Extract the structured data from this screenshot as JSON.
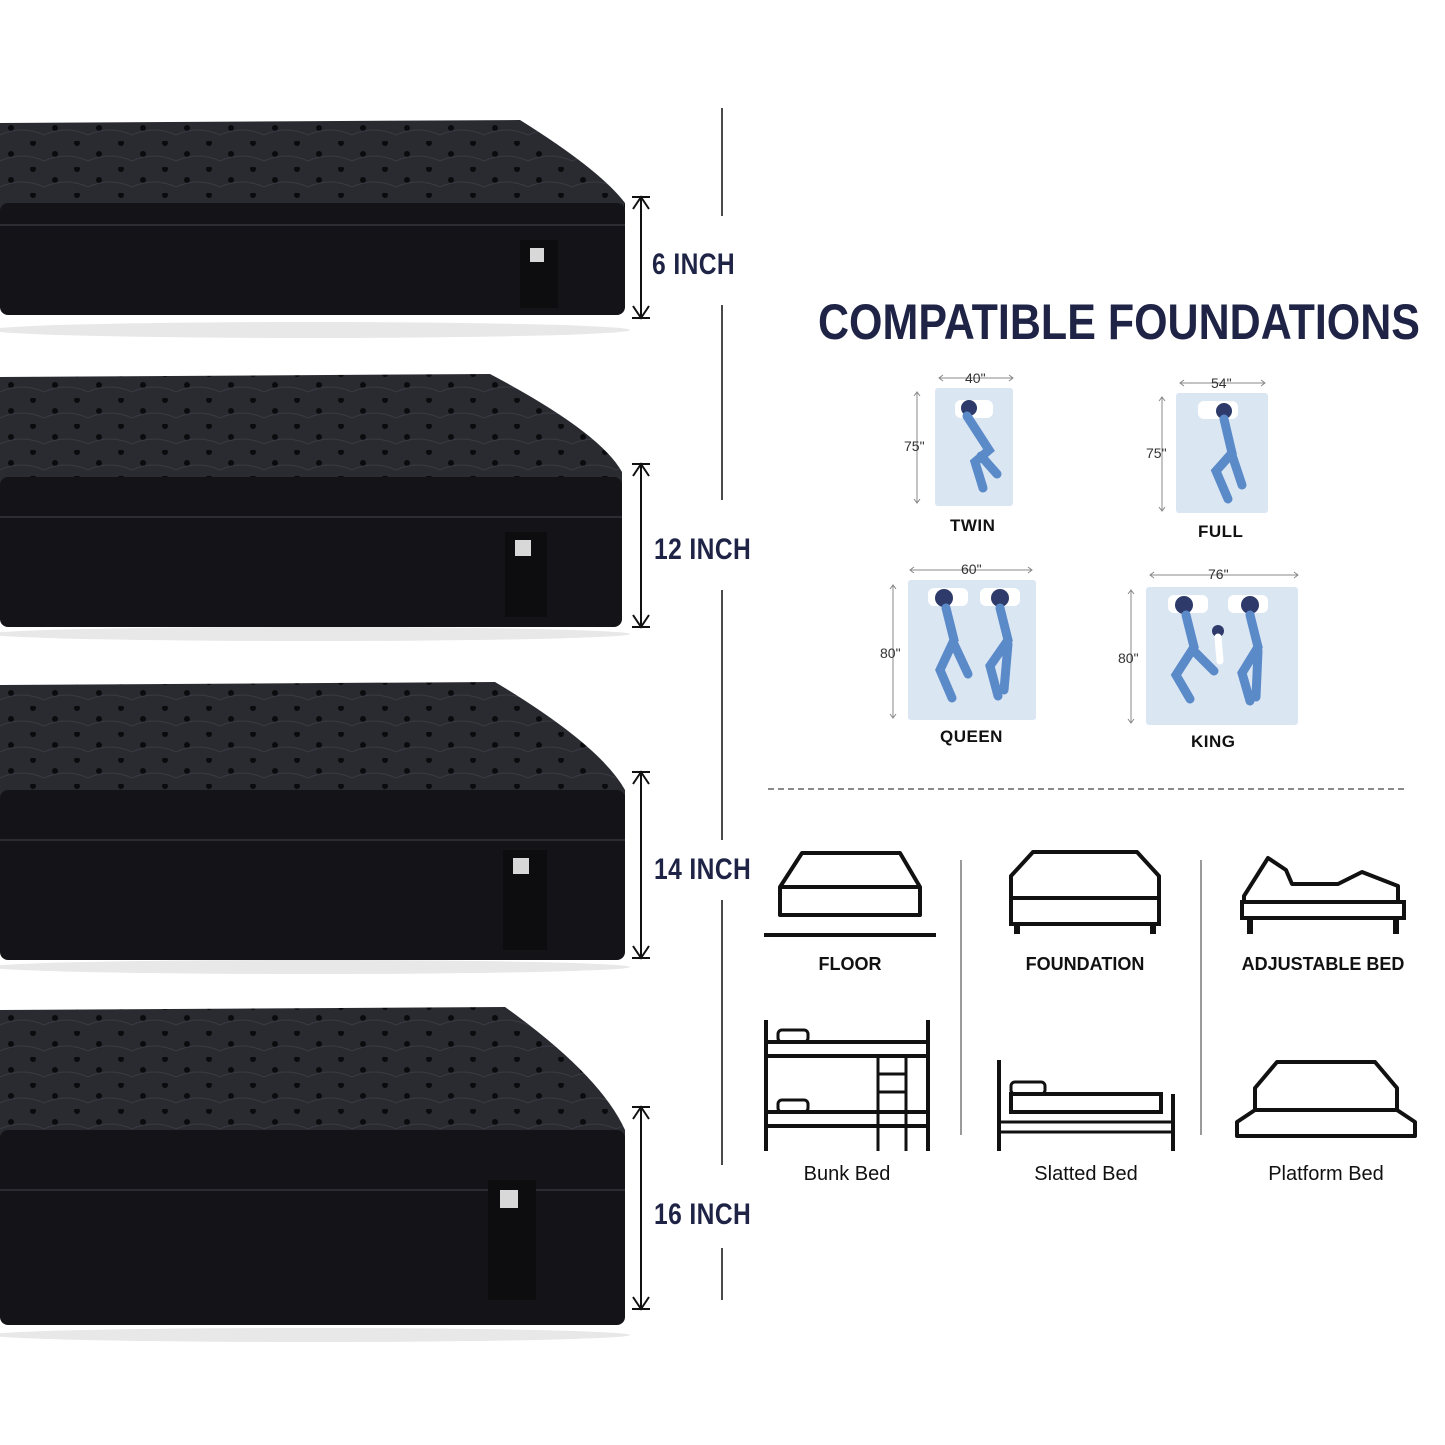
{
  "heights": [
    {
      "label": "6 INCH"
    },
    {
      "label": "12 INCH"
    },
    {
      "label": "14 INCH"
    },
    {
      "label": "16 INCH"
    }
  ],
  "title": "COMPATIBLE FOUNDATIONS",
  "sizes": [
    {
      "name": "TWIN",
      "width": "40\"",
      "length": "75\""
    },
    {
      "name": "FULL",
      "width": "54\"",
      "length": "75\""
    },
    {
      "name": "QUEEN",
      "width": "60\"",
      "length": "80\""
    },
    {
      "name": "KING",
      "width": "76\"",
      "length": "80\""
    }
  ],
  "foundations": [
    {
      "label": "FLOOR",
      "icon": "floor-mattress-icon"
    },
    {
      "label": "FOUNDATION",
      "icon": "foundation-bed-icon"
    },
    {
      "label": "ADJUSTABLE BED",
      "icon": "adjustable-bed-icon"
    },
    {
      "label": "Bunk Bed",
      "icon": "bunk-bed-icon"
    },
    {
      "label": "Slatted Bed",
      "icon": "slatted-bed-icon"
    },
    {
      "label": "Platform Bed",
      "icon": "platform-bed-icon"
    }
  ],
  "colors": {
    "navy": "#1f2446",
    "mattress": "#141418",
    "sheet": "#dbe6f3"
  }
}
